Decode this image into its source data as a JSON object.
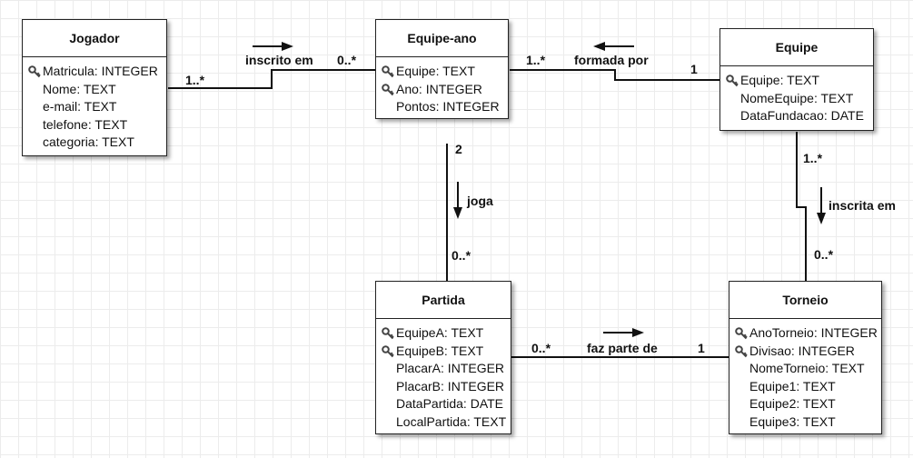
{
  "entities": {
    "jogador": {
      "title": "Jogador",
      "fields": [
        {
          "text": "Matricula: INTEGER",
          "pk": true
        },
        {
          "text": "Nome: TEXT",
          "pk": false
        },
        {
          "text": "e-mail: TEXT",
          "pk": false
        },
        {
          "text": "telefone: TEXT",
          "pk": false
        },
        {
          "text": "categoria: TEXT",
          "pk": false
        }
      ]
    },
    "equipe_ano": {
      "title": "Equipe-ano",
      "fields": [
        {
          "text": "Equipe: TEXT",
          "pk": true
        },
        {
          "text": "Ano: INTEGER",
          "pk": true
        },
        {
          "text": "Pontos: INTEGER",
          "pk": false
        }
      ]
    },
    "equipe": {
      "title": "Equipe",
      "fields": [
        {
          "text": "Equipe: TEXT",
          "pk": true
        },
        {
          "text": "NomeEquipe: TEXT",
          "pk": false
        },
        {
          "text": "DataFundacao: DATE",
          "pk": false
        }
      ]
    },
    "partida": {
      "title": "Partida",
      "fields": [
        {
          "text": "EquipeA: TEXT",
          "pk": true
        },
        {
          "text": "EquipeB: TEXT",
          "pk": true
        },
        {
          "text": "PlacarA: INTEGER",
          "pk": false
        },
        {
          "text": "PlacarB: INTEGER",
          "pk": false
        },
        {
          "text": "DataPartida: DATE",
          "pk": false
        },
        {
          "text": "LocalPartida: TEXT",
          "pk": false
        }
      ]
    },
    "torneio": {
      "title": "Torneio",
      "fields": [
        {
          "text": "AnoTorneio: INTEGER",
          "pk": true
        },
        {
          "text": "Divisao: INTEGER",
          "pk": true
        },
        {
          "text": "NomeTorneio: TEXT",
          "pk": false
        },
        {
          "text": "Equipe1: TEXT",
          "pk": false
        },
        {
          "text": "Equipe2: TEXT",
          "pk": false
        },
        {
          "text": "Equipe3: TEXT",
          "pk": false
        }
      ]
    }
  },
  "relations": {
    "inscrito_em": {
      "label": "inscrito em",
      "from_mult": "1..*",
      "to_mult": "0..*",
      "direction": "right"
    },
    "formada_por": {
      "label": "formada por",
      "from_mult": "1..*",
      "to_mult": "1",
      "direction": "left"
    },
    "joga": {
      "label": "joga",
      "from_mult": "2",
      "to_mult": "0..*",
      "direction": "down"
    },
    "inscrita_em": {
      "label": "inscrita em",
      "from_mult": "1..*",
      "to_mult": "0..*",
      "direction": "down"
    },
    "faz_parte_de": {
      "label": "faz parte de",
      "from_mult": "0..*",
      "to_mult": "1",
      "direction": "right"
    }
  },
  "colors": {
    "line": "#111111",
    "border": "#222222",
    "grid": "#ececec",
    "background": "#ffffff"
  },
  "icons": {
    "primary_key": "key-icon"
  }
}
